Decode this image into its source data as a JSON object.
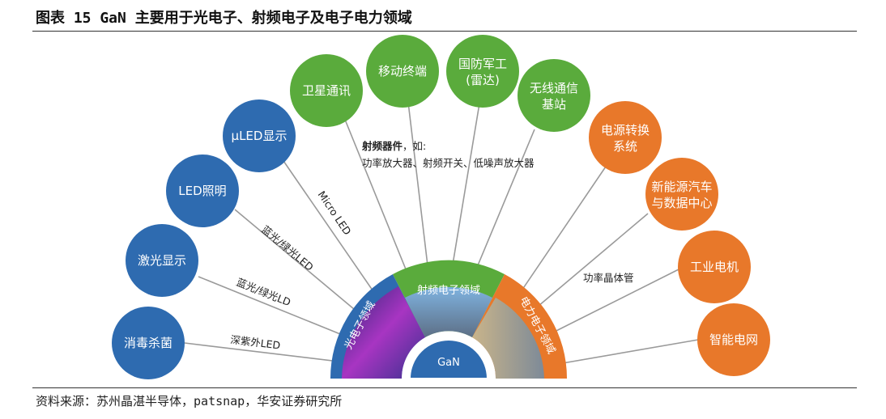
{
  "header": {
    "title": "图表 15 GaN 主要用于光电子、射频电子及电子电力领域"
  },
  "footer": {
    "source": "资料来源：苏州晶湛半导体，patsnap，华安证券研究所"
  },
  "colors": {
    "blue": "#2e6bb0",
    "green": "#5aab3c",
    "orange": "#e8782a",
    "line": "#9a9a9a"
  },
  "center": {
    "label": "GaN"
  },
  "segments": {
    "opto": "光电子领域",
    "rf": "射频电子领域",
    "power": "电力电子领域"
  },
  "applications": {
    "disinfection": "消毒杀菌",
    "laser_display": "激光显示",
    "led_lighting": "LED照明",
    "micro_led_display": "µLED显示",
    "satellite_comm": "卫星通讯",
    "mobile_terminal": "移动终端",
    "defense": [
      "国防军工",
      "(雷达)"
    ],
    "base_station": [
      "无线通信",
      "基站"
    ],
    "power_conversion": [
      "电源转换",
      "系统"
    ],
    "ev_datacenter": [
      "新能源汽车",
      "与数据中心"
    ],
    "industrial_motor": "工业电机",
    "smart_grid": "智能电网"
  },
  "link_labels": {
    "deep_uv_led": "深紫外LED",
    "blue_green_ld": "蓝光/绿光LD",
    "blue_green_led": "蓝光/绿光LED",
    "micro_led": "Micro LED",
    "power_transistor": "功率晶体管"
  },
  "rf_note": {
    "prefix": "射频器件",
    "suffix": "，如:",
    "devices": "功率放大器、射频开关、低噪声放大器"
  }
}
